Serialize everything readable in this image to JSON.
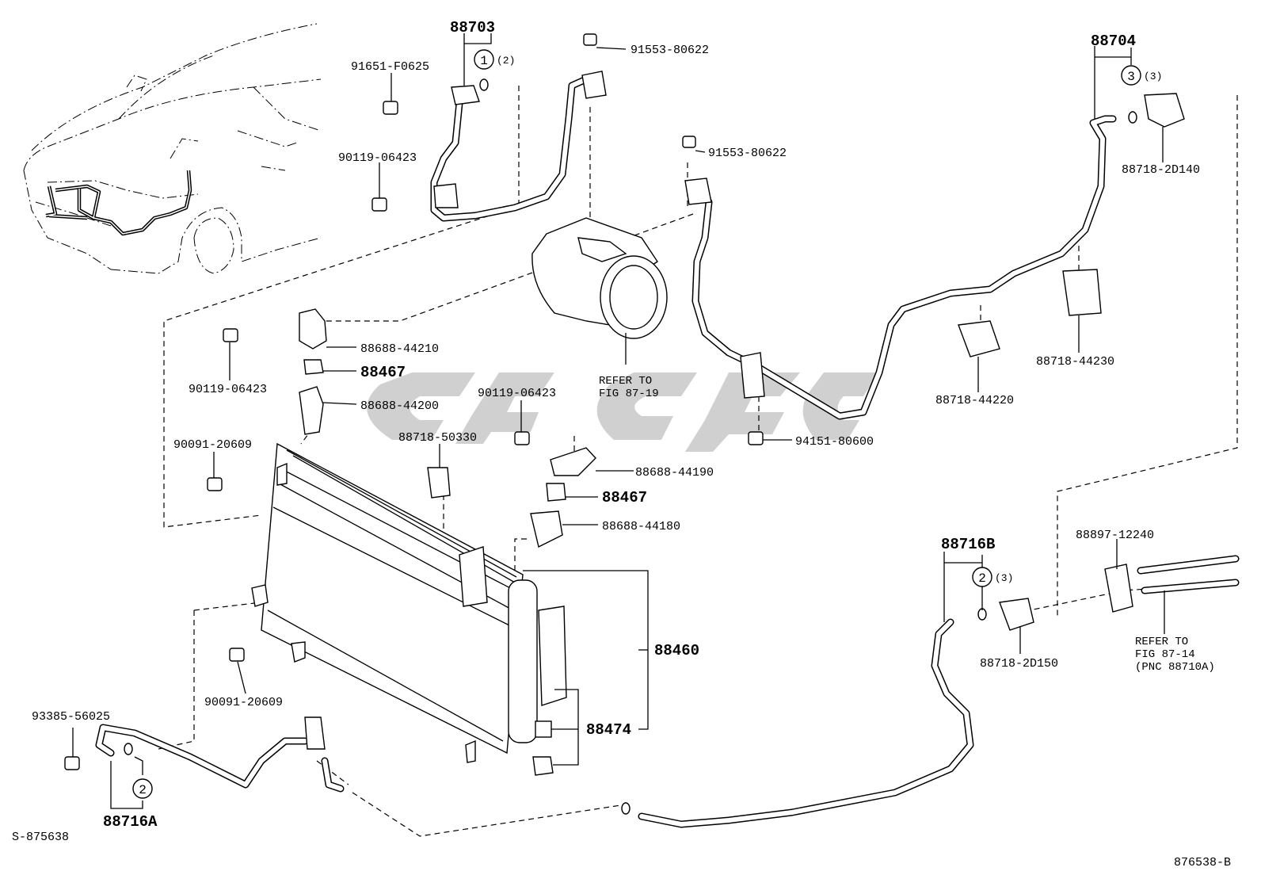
{
  "diagram": {
    "labels": {
      "p88703": "88703",
      "p91651": "91651-F0625",
      "p90119_top": "90119-06423",
      "p91553_a": "91553-80622",
      "p91553_b": "91553-80622",
      "p88704": "88704",
      "p88718_2D140": "88718-2D140",
      "p88718_44230": "88718-44230",
      "p88718_44220": "88718-44220",
      "p88688_44210": "88688-44210",
      "p88467_a": "88467",
      "p88688_44200": "88688-44200",
      "p90119_left": "90119-06423",
      "p90091_left": "90091-20609",
      "p88718_50330": "88718-50330",
      "p90119_mid": "90119-06423",
      "p88688_44190": "88688-44190",
      "p88467_b": "88467",
      "p88688_44180": "88688-44180",
      "p94151": "94151-80600",
      "p88460": "88460",
      "p88474": "88474",
      "p90091_bottom": "90091-20609",
      "p93385": "93385-56025",
      "p88716A": "88716A",
      "p88716B": "88716B",
      "p88718_2D150": "88718-2D150",
      "p88897": "88897-12240"
    },
    "callouts": {
      "c1": "1",
      "c1_qty": "(2)",
      "c2_top": "2",
      "c2_qty": "(3)",
      "c2_bottom": "2",
      "c3": "3",
      "c3_qty": "(3)"
    },
    "notes": {
      "refer_87_19": [
        "REFER TO",
        "FIG 87-19"
      ],
      "refer_87_14": [
        "REFER TO",
        "FIG 87-14",
        "(PNC 88710A)"
      ]
    },
    "corners": {
      "bottom_left": "S-875638",
      "bottom_right": "876538-B"
    },
    "watermark": "cyc"
  }
}
